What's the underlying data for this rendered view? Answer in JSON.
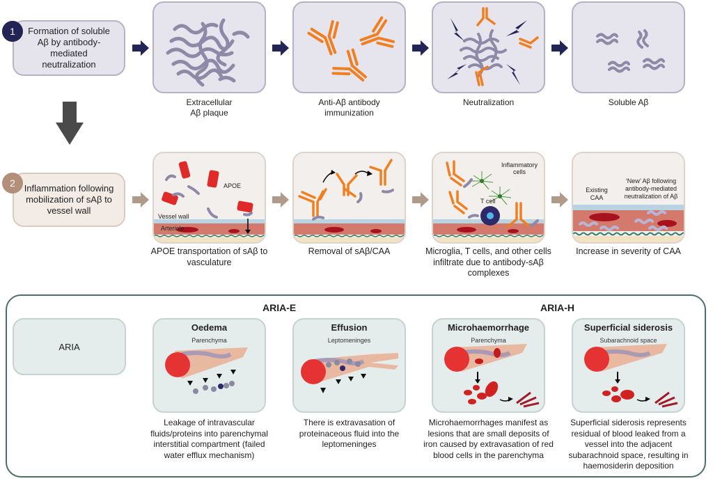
{
  "row1": {
    "badge": "1",
    "title": "Formation of soluble Aβ by antibody-mediated neutralization",
    "panels": [
      {
        "caption_line1": "Extracellular",
        "caption_line2": "Aβ plaque"
      },
      {
        "caption_line1": "Anti-Aβ antibody",
        "caption_line2": "immunization"
      },
      {
        "caption_line1": "Neutralization",
        "caption_line2": ""
      },
      {
        "caption_line1": "Soluble Aβ",
        "caption_line2": ""
      }
    ],
    "arrow_color": "#232456"
  },
  "row2": {
    "badge": "2",
    "title": "Inflammation following mobilization of sAβ to vessel wall",
    "panels": [
      {
        "caption": "APOE transportation of sAβ to vasculature",
        "labels": {
          "apoe": "APOE",
          "vessel_wall": "Vessel wall",
          "arteriole": "Arteriole"
        }
      },
      {
        "caption": "Removal of sAβ/CAA"
      },
      {
        "caption": "Microglia, T cells, and other cells infiltrate due to antibody-sAβ complexes",
        "labels": {
          "inflammatory": "Inflammatory cells",
          "tcell": "T cell"
        }
      },
      {
        "caption": "Increase in severity of CAA",
        "labels": {
          "existing": "Existing CAA",
          "new": "‘New’ Aβ following antibody-mediated neutralization of Aβ"
        }
      }
    ],
    "arrow_color": "#b09a8a"
  },
  "aria": {
    "label": "ARIA",
    "group_e": "ARIA-E",
    "group_h": "ARIA-H",
    "panels": [
      {
        "title": "Oedema",
        "subtitle": "Parenchyma",
        "description": "Leakage of intravascular fluids/proteins into parenchymal interstitial compartment (failed water efflux mechanism)"
      },
      {
        "title": "Effusion",
        "subtitle": "Leptomeninges",
        "description": "There is extravasation of proteinaceous fluid into the leptomeninges"
      },
      {
        "title": "Microhaemorrhage",
        "subtitle": "Parenchyma",
        "description": "Microhaemorrhages manifest as lesions that are small deposits of iron caused by extravasation of red blood cells in the parenchyma"
      },
      {
        "title": "Superficial siderosis",
        "subtitle": "Subarachnoid space",
        "description": "Superficial siderosis represents residual of blood leaked from a vessel into the adjacent subarachnoid space, resulting in haemosiderin deposition"
      }
    ],
    "frame_color": "#4b6e6b"
  },
  "colors": {
    "antibody": "#f07f22",
    "amyloid": "#8f89a8",
    "navy": "#232456",
    "blood": "#d8262b"
  }
}
